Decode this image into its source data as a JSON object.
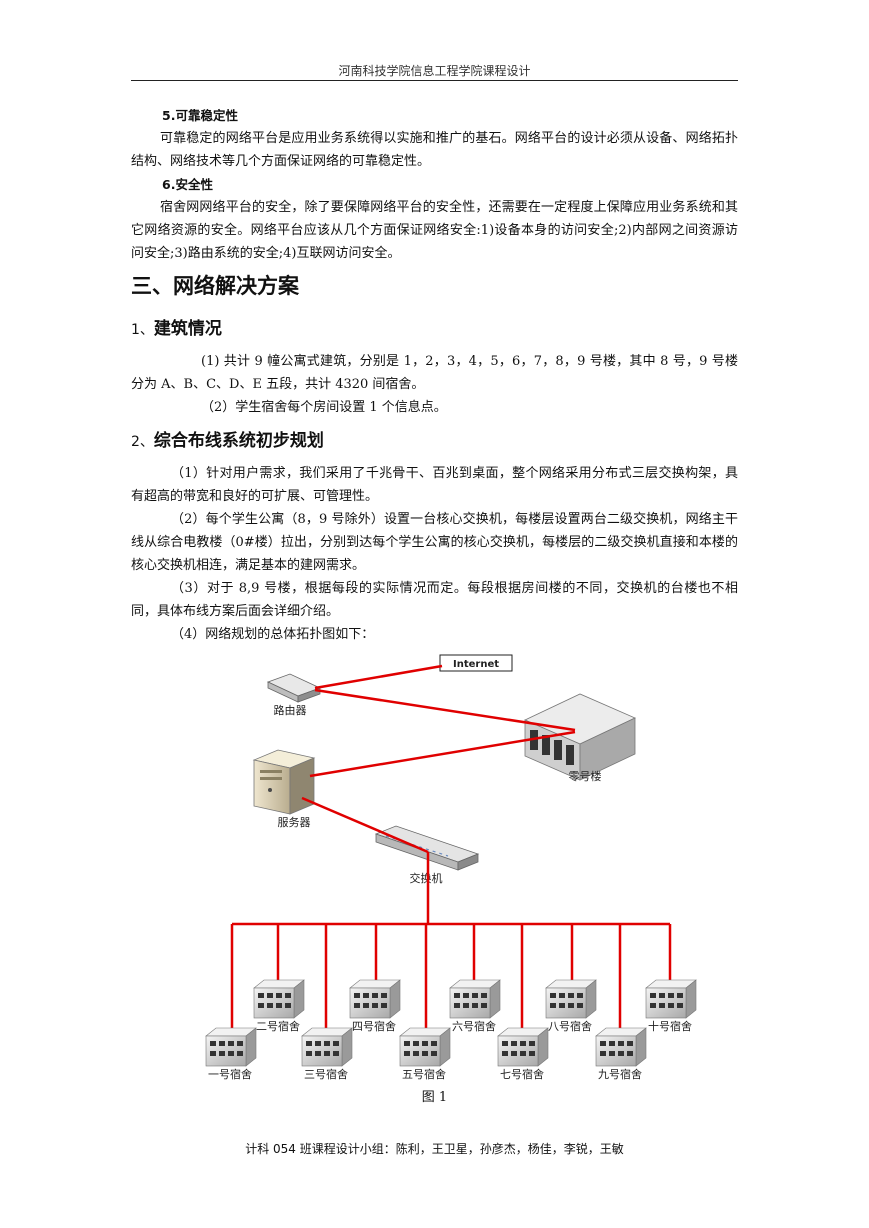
{
  "header": {
    "title": "河南科技学院信息工程学院课程设计"
  },
  "section_reliability": {
    "heading": "5.可靠稳定性",
    "text": "可靠稳定的网络平台是应用业务系统得以实施和推广的基石。网络平台的设计必须从设备、网络拓扑结构、网络技术等几个方面保证网络的可靠稳定性。"
  },
  "section_security": {
    "heading": "6.安全性",
    "text": "宿舍网网络平台的安全，除了要保障网络平台的安全性，还需要在一定程度上保障应用业务系统和其它网络资源的安全。网络平台应该从几个方面保证网络安全:1)设备本身的访问安全;2)内部网之间资源访问安全;3)路由系统的安全;4)互联网访问安全。"
  },
  "chapter": {
    "title": "三、网络解决方案"
  },
  "building": {
    "num": "1、",
    "title": "建筑情况",
    "item1": "(1) 共计 9 幢公寓式建筑，分别是 1，2，3，4，5，6，7，8，9 号楼，其中 8 号，9 号楼分为 A、B、C、D、E 五段，共计 4320 间宿舍。",
    "item2": "（2）学生宿舍每个房间设置 1 个信息点。"
  },
  "cabling": {
    "num": "2、",
    "title": "综合布线系统初步规划",
    "item1": "（1）针对用户需求，我们采用了千兆骨干、百兆到桌面，整个网络采用分布式三层交换构架，具有超高的带宽和良好的可扩展、可管理性。",
    "item2": "（2）每个学生公寓（8，9 号除外）设置一台核心交换机，每楼层设置两台二级交换机，网络主干线从综合电教楼（0#楼）拉出，分别到达每个学生公寓的核心交换机，每楼层的二级交换机直接和本楼的核心交换机相连，满足基本的建网需求。",
    "item3": "（3）对于 8,9 号楼，根据每段的实际情况而定。每段根据房间楼的不同，交换机的台楼也不相同，具体布线方案后面会详细介绍。",
    "item4": "（4）网络规划的总体拓扑图如下："
  },
  "diagram": {
    "internet": "Internet",
    "router": "路由器",
    "building0": "零号楼",
    "server": "服务器",
    "switch": "交换机",
    "dorms_back": [
      "二号宿舍",
      "四号宿舍",
      "六号宿舍",
      "八号宿舍",
      "十号宿舍"
    ],
    "dorms_front": [
      "一号宿舍",
      "三号宿舍",
      "五号宿舍",
      "七号宿舍",
      "九号宿舍"
    ],
    "line_color": "#e00000"
  },
  "caption": "图 1",
  "footer": "计科 054 班课程设计小组：陈利，王卫星，孙彦杰，杨佳，李锐，王敏"
}
